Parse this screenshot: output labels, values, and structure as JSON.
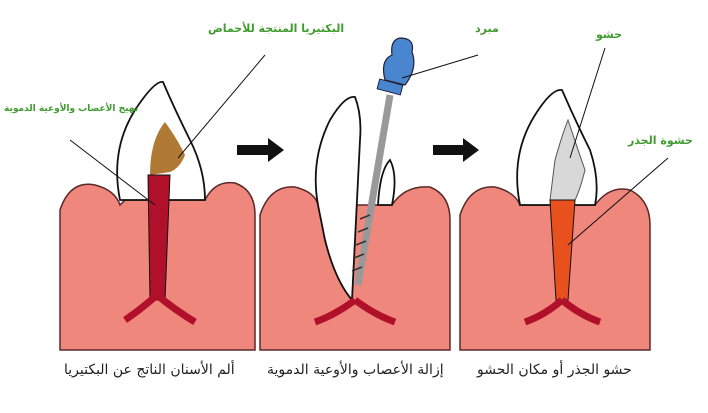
{
  "labels": {
    "bacteria": "البكتيريا المنتجة للأحماض",
    "irritation": "تهيج الأعصاب والأوعية الدموية",
    "file": "مبرد",
    "filling": "حشو",
    "root_filling": "حشوة الجذر"
  },
  "captions": {
    "step1": "ألم الأسنان الناتج عن البكتيريا",
    "step2": "إزالة الأعصاب والأوعية الدموية",
    "step3": "حشو الجذر أو مكان الحشو"
  },
  "colors": {
    "gum": "#f0877d",
    "nerve": "#b0102a",
    "bacteria": "#b07a35",
    "file_handle": "#4a86d0",
    "filling": "#d8d8d8",
    "root_filling": "#e8501e",
    "label": "#3f9b2e"
  }
}
